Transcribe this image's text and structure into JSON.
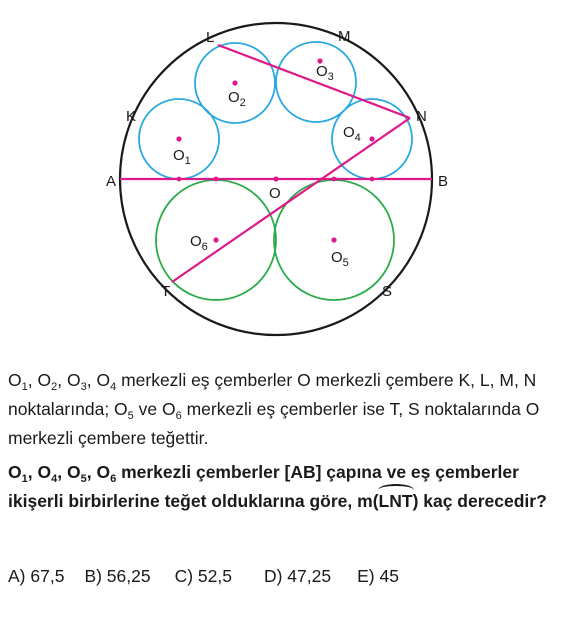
{
  "figure": {
    "points": {
      "L": "L",
      "M": "M",
      "K": "K",
      "N": "N",
      "A": "A",
      "B": "B",
      "O": "O",
      "T": "T",
      "S": "S"
    },
    "centers": {
      "O1": {
        "base": "O",
        "sub": "1"
      },
      "O2": {
        "base": "O",
        "sub": "2"
      },
      "O3": {
        "base": "O",
        "sub": "3"
      },
      "O4": {
        "base": "O",
        "sub": "4"
      },
      "O5": {
        "base": "O",
        "sub": "5"
      },
      "O6": {
        "base": "O",
        "sub": "6"
      }
    },
    "colors": {
      "outer_circle": "#1a1a1a",
      "small_circles": "#29a9e0",
      "large_circles": "#2bab4a",
      "chords": "#e0198a",
      "center_dots": "#e0198a"
    }
  },
  "text": {
    "p1": {
      "o": "O",
      "s1": "1",
      "c1": ", ",
      "s2": "2",
      "c2": ", ",
      "s3": "3",
      "c3": ", ",
      "s4": "4",
      "t1": " merkezli eş çemberler O merkezli çembere K, L, M, N noktalarında; O",
      "s5": "5",
      "t2": " ve O",
      "s6": "6",
      "t3": " merkezli eş çemberler ise T, S noktalarında O merkezli çembere teğettir."
    },
    "p2": {
      "o": "O",
      "s1": "1",
      "c1": ", ",
      "s4": "4",
      "c4": ", ",
      "s5": "5",
      "c5": ", ",
      "s6": "6",
      "t1": " merkezli çemberler [AB] çapına ve eş çemberler ikişerli birbirlerine teğet olduklarına göre, m(",
      "arc": "LNT",
      "t2": ") kaç derecedir?"
    }
  },
  "options": [
    {
      "label": "A) 67,5"
    },
    {
      "label": "B) 56,25"
    },
    {
      "label": "C) 52,5"
    },
    {
      "label": "D) 47,25"
    },
    {
      "label": "E) 45"
    }
  ]
}
